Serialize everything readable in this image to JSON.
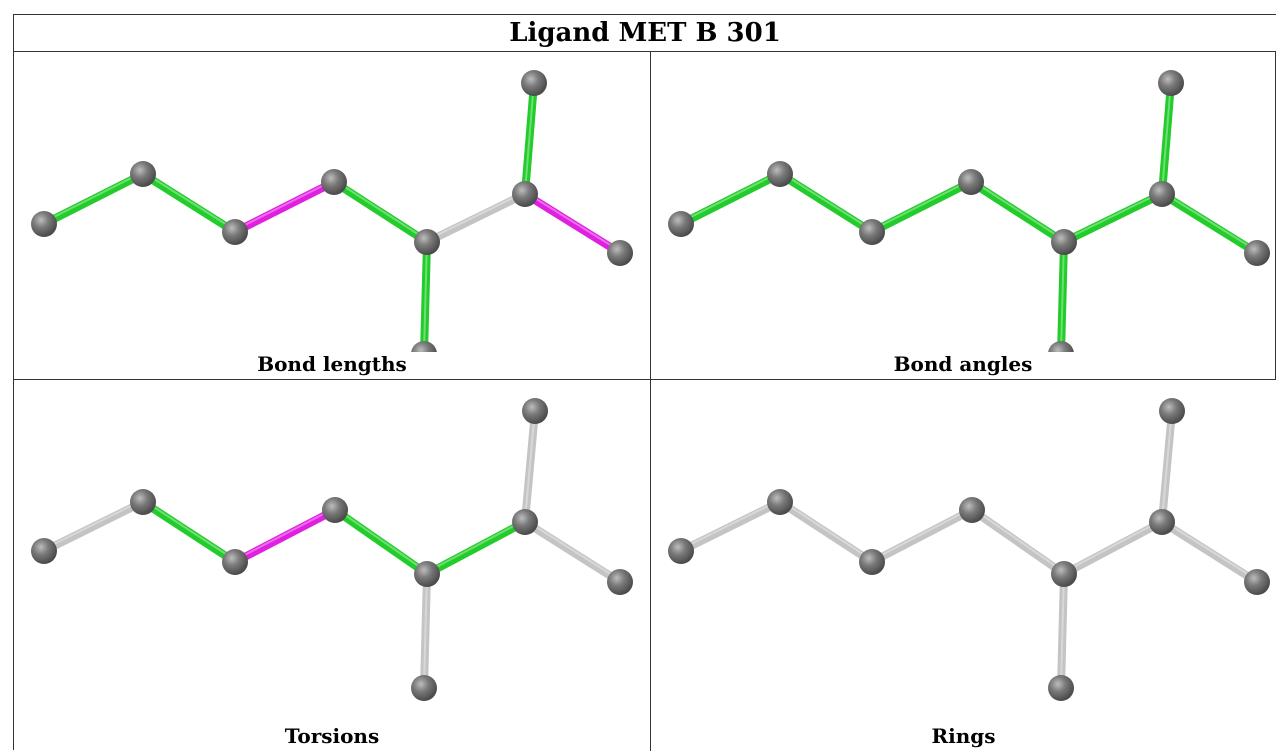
{
  "title": "Ligand MET B 301",
  "colors": {
    "green": "#22cc2a",
    "magenta": "#e020e0",
    "gray": "#c4c4c4",
    "atom": "#6f6f6f"
  },
  "panels": [
    {
      "caption": "Bond lengths",
      "bond_colors": [
        "green",
        "green",
        "magenta",
        "green",
        "gray",
        "green",
        "magenta",
        "green"
      ]
    },
    {
      "caption": "Bond angles",
      "bond_colors": [
        "green",
        "green",
        "green",
        "green",
        "green",
        "green",
        "green",
        "green"
      ]
    },
    {
      "caption": "Torsions",
      "bond_colors": [
        "gray",
        "green",
        "magenta",
        "green",
        "green",
        "gray",
        "gray",
        "gray"
      ]
    },
    {
      "caption": "Rings",
      "bond_colors": [
        "gray",
        "gray",
        "gray",
        "gray",
        "gray",
        "gray",
        "gray",
        "gray"
      ]
    }
  ]
}
